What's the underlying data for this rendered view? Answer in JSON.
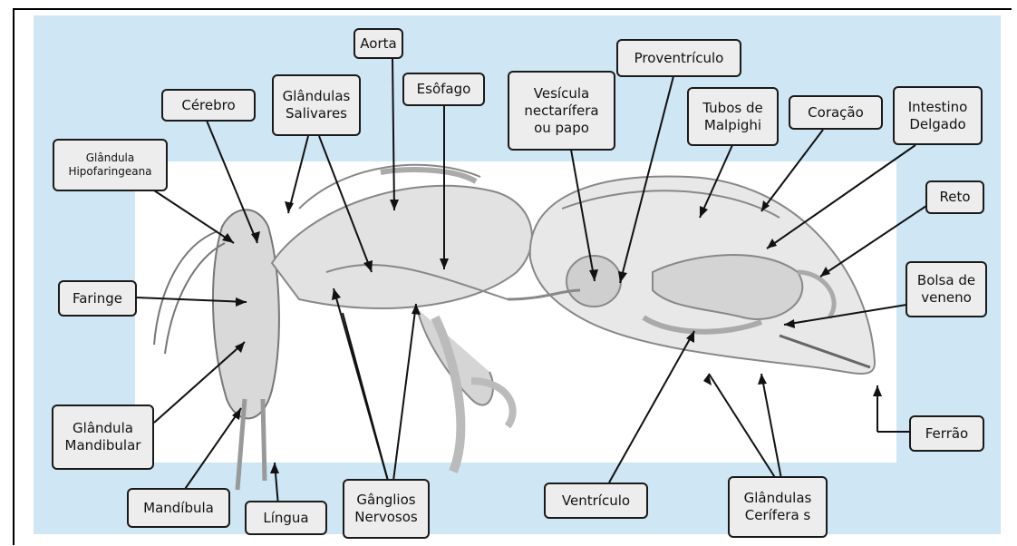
{
  "labels": {
    "aorta": [
      "Aorta"
    ],
    "proventriculo": [
      "Proventrículo"
    ],
    "cerebro": [
      "Cérebro"
    ],
    "glandulas_salivares": [
      "Glândulas",
      "Salivares"
    ],
    "esofago": [
      "Esôfago"
    ],
    "vesicula": [
      "Vesícula",
      "nectarífera",
      "ou papo"
    ],
    "tubos_malpighi": [
      "Tubos de",
      "Malpighi"
    ],
    "coracao": [
      "Coração"
    ],
    "intestino": [
      "Intestino",
      "Delgado"
    ],
    "hipofaringeana": [
      "Glândula",
      "Hipofaringeana"
    ],
    "reto": [
      "Reto"
    ],
    "faringe": [
      "Faringe"
    ],
    "bolsa_veneno": [
      "Bolsa de",
      "veneno"
    ],
    "mandibular": [
      "Glândula",
      "Mandibular"
    ],
    "ferrao": [
      "Ferrão"
    ],
    "mandibula": [
      "Mandíbula"
    ],
    "lingua": [
      "Língua"
    ],
    "ganglios": [
      "Gânglios",
      "Nervosos"
    ],
    "ventriculo": [
      "Ventrículo"
    ],
    "ceriferas": [
      "Glândulas",
      "Cerífera s"
    ]
  },
  "colors": {
    "panel_background": "#cfe6f5",
    "inner_background": "#ffffff",
    "label_fill": "#ededed",
    "label_border": "#1a1a1a",
    "line_color": "#111111"
  }
}
